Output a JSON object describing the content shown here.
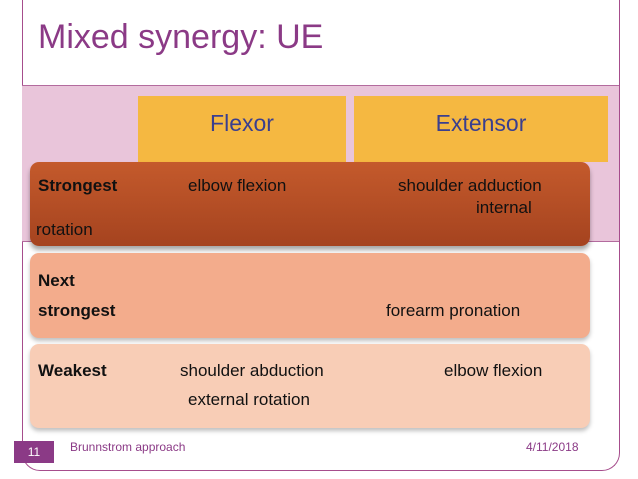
{
  "slide": {
    "title": "Mixed synergy: UE",
    "columns": {
      "flexor": "Flexor",
      "extensor": "Extensor"
    },
    "rows": [
      {
        "label": "Strongest",
        "flexor": "elbow flexion",
        "extensor_line1": "shoulder adduction",
        "extensor_line2": "internal",
        "extensor_line3": "rotation"
      },
      {
        "label_line1": "Next",
        "label_line2": "strongest",
        "extensor": "forearm pronation"
      },
      {
        "label": "Weakest",
        "flexor_line1": "shoulder abduction",
        "flexor_line2": "external rotation",
        "extensor": "elbow flexion"
      }
    ],
    "footer": {
      "page_number": "11",
      "title": "Brunnstrom approach",
      "date": "4/11/2018"
    },
    "colors": {
      "accent": "#8b3a86",
      "header": "#f5b841",
      "row_strongest": "#b34d24",
      "row_next": "#f3ac8c",
      "row_weakest": "#f8cdb6"
    }
  }
}
